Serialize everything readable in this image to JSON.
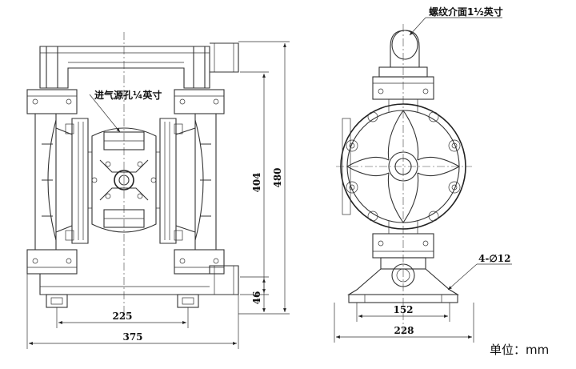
{
  "annotations": {
    "thread_interface": "螺纹介面1½英寸",
    "air_inlet": "进气源孔¼英寸",
    "bolt_holes": "4-∅12"
  },
  "dimensions": {
    "front_height_404": "404",
    "front_height_480": "480",
    "front_base_46": "46",
    "front_width_225": "225",
    "front_width_375": "375",
    "side_width_152": "152",
    "side_width_228": "228"
  },
  "unit_label": "单位：mm"
}
